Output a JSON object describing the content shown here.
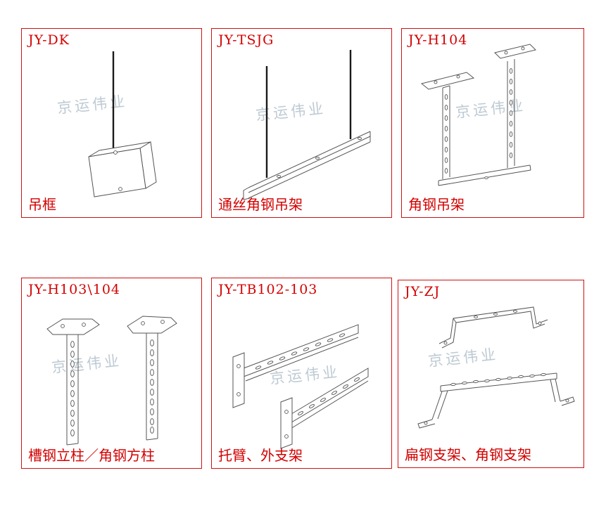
{
  "page": {
    "background": "#ffffff",
    "accent_color": "#d40000",
    "border_color": "#cf1212",
    "watermark_color": "#b7c5cf",
    "drawing_line_color": "#555555"
  },
  "watermark": {
    "text": "京运伟业"
  },
  "panels": [
    {
      "code": "JY-DK",
      "caption": "吊框",
      "drawing": "hanging-frame"
    },
    {
      "code": "JY-TSJG",
      "caption": "通丝角钢吊架",
      "drawing": "threaded-rod-angle-steel-hanger"
    },
    {
      "code": "JY-H104",
      "caption": "角钢吊架",
      "drawing": "angle-steel-hanger"
    },
    {
      "code": "JY-H103\\104",
      "caption": "槽钢立柱／角钢方柱",
      "drawing": "channel-column-angle-post"
    },
    {
      "code": "JY-TB102-103",
      "caption": "托臂、外支架",
      "drawing": "cantilever-arm-bracket"
    },
    {
      "code": "JY-ZJ",
      "caption": "扁钢支架、角钢支架",
      "drawing": "flat-steel-and-angle-bracket"
    }
  ]
}
